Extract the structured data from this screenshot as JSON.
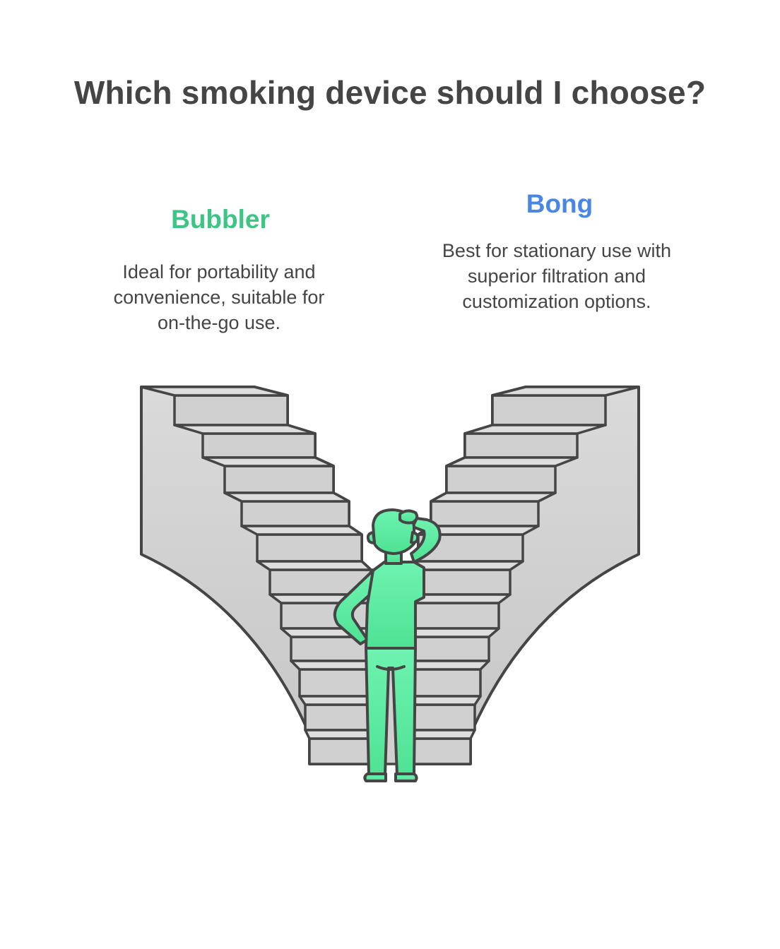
{
  "title": "Which smoking device should I choose?",
  "options": [
    {
      "name": "Bubbler",
      "description": "Ideal for portability and convenience, suitable for on-the-go use.",
      "color": "#3cc584"
    },
    {
      "name": "Bong",
      "description": "Best for stationary use with superior filtration and customization options.",
      "color": "#4a86e4"
    }
  ],
  "illustration": {
    "figure_color": "#69f0ae",
    "stair_color": "#d4d4d4",
    "outline_color": "#454545"
  }
}
